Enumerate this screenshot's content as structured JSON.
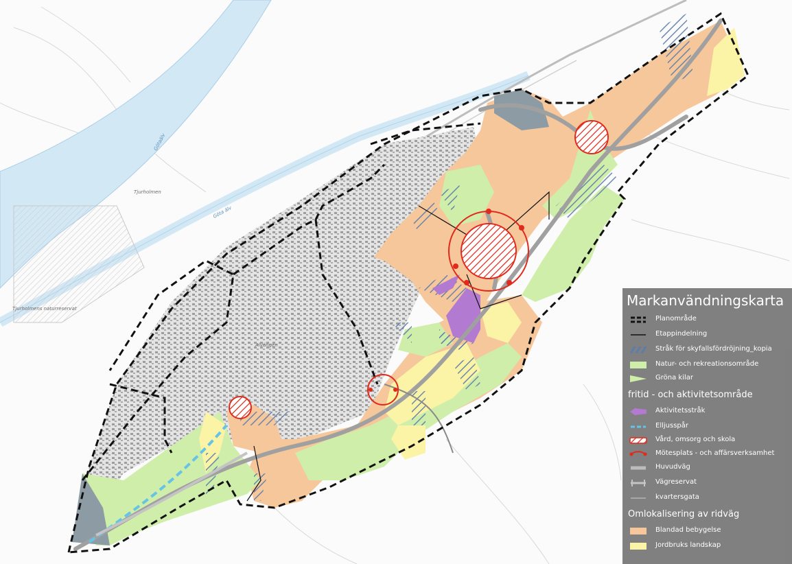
{
  "colors": {
    "mixed": "#f6c79a",
    "nature": "#cfeeaa",
    "farmland": "#fbf3a6",
    "activity": "#b27ad0",
    "care": "#e02a1c",
    "road": "#9a9a9a",
    "boundary": "#111111",
    "runway": "#8fa0a8",
    "river": "#d3e8f5",
    "stripe": "#5c7caa",
    "legend_bg": "#767676"
  },
  "map_labels": {
    "river": "Göta älv",
    "river_small": "Götaälv",
    "island": "Tjurholmen",
    "reserve": "Tjurholmens naturreservat",
    "district": "Alvängen"
  },
  "legend": {
    "title": "Markanvändningskarta",
    "group_fritid": "fritid - och aktivitetsområde",
    "group_ridvag": "Omlokalisering av ridväg",
    "items": {
      "planomrade": "Planområde",
      "etapp": "Etappindelning",
      "strak": "Stråk för skyfallsfördröjning_kopia",
      "natur": "Natur- och rekreationsområde",
      "grona": "Gröna kilar",
      "aktivitet": "Aktivitetsstråk",
      "elljus": "Elljusspår",
      "vard": "Vård, omsorg och skola",
      "motes": "Mötesplats - och affärsverksamhet",
      "huvudvag": "Huvudväg",
      "vagreservat": "Vägreservat",
      "kvarter": "kvartersgata",
      "blandad": "Blandad bebygelse",
      "jordbruk": "Jordbruks landskap"
    }
  }
}
